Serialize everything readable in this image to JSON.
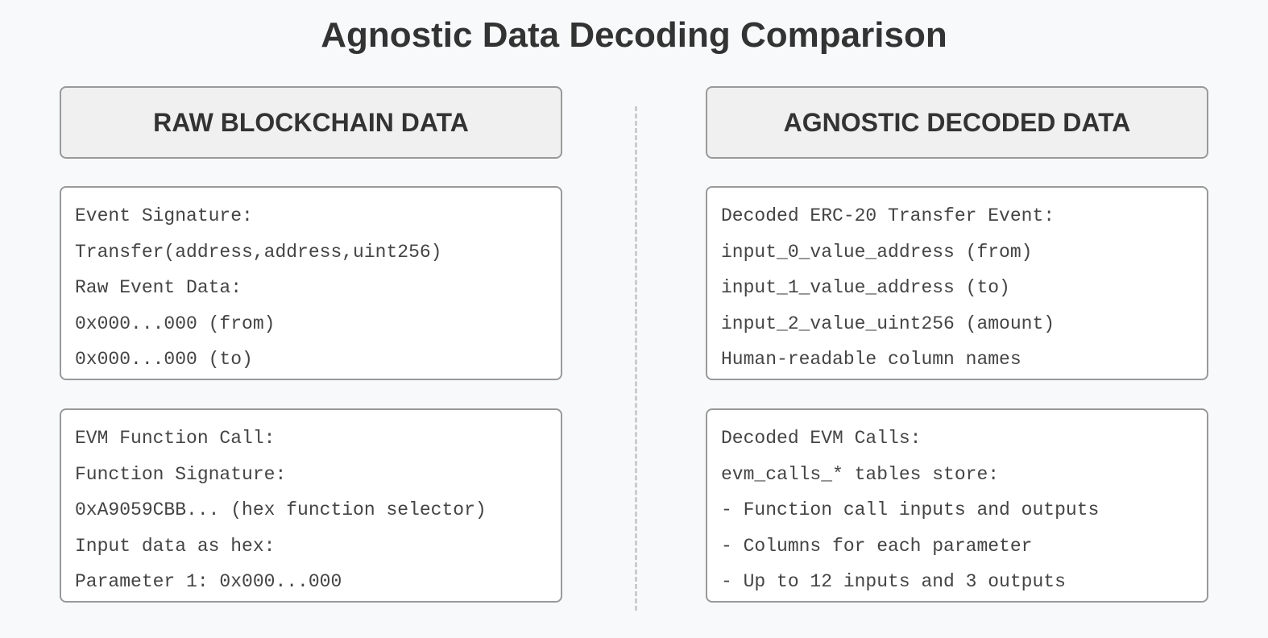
{
  "title": "Agnostic Data Decoding Comparison",
  "left": {
    "header": "RAW BLOCKCHAIN DATA",
    "event_box": {
      "lines": [
        "Event Signature:",
        "Transfer(address,address,uint256)",
        "Raw Event Data:",
        "0x000...000 (from)",
        "0x000...000 (to)"
      ]
    },
    "call_box": {
      "lines": [
        "EVM Function Call:",
        "Function Signature:",
        "0xA9059CBB... (hex function selector)",
        "Input data as hex:",
        "Parameter 1: 0x000...000"
      ]
    }
  },
  "right": {
    "header": "AGNOSTIC DECODED DATA",
    "event_box": {
      "lines": [
        "Decoded ERC-20 Transfer Event:",
        "input_0_value_address (from)",
        "input_1_value_address (to)",
        "input_2_value_uint256 (amount)",
        "Human-readable column names"
      ]
    },
    "call_box": {
      "lines": [
        "Decoded EVM Calls:",
        "evm_calls_* tables store:",
        "- Function call inputs and outputs",
        "- Columns for each parameter",
        "- Up to 12 inputs and 3 outputs"
      ]
    }
  },
  "colors": {
    "background": "#f8f9fa",
    "header_fill": "#f0f0f0",
    "box_border": "#999999",
    "text": "#333333",
    "divider": "#cccccc"
  }
}
